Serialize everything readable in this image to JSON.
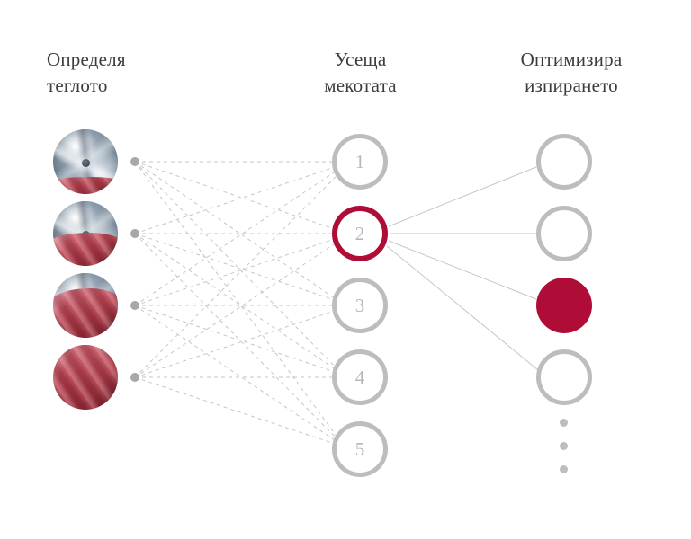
{
  "diagram": {
    "type": "neural-network",
    "background_color": "#ffffff",
    "accent_color": "#b00c38",
    "muted_color": "#bdbdbd",
    "columns": [
      {
        "id": "input",
        "title": "Определя\nтеглото",
        "title_line1": "Определя",
        "title_line2": "теглото"
      },
      {
        "id": "hidden",
        "title": "Усеща\nмекотата",
        "title_line1": "Усеща",
        "title_line2": "мекотата"
      },
      {
        "id": "output",
        "title": "Оптимизира\nизпирането",
        "title_line1": "Оптимизира",
        "title_line2": "изпирането"
      }
    ],
    "input_nodes": [
      {
        "id": "in-1",
        "icon": "washing-machine-drum-with-small-red-laundry-icon",
        "cloth_level": 1
      },
      {
        "id": "in-2",
        "icon": "washing-machine-drum-with-half-red-laundry-icon",
        "cloth_level": 2
      },
      {
        "id": "in-3",
        "icon": "washing-machine-drum-with-mostly-red-laundry-icon",
        "cloth_level": 3
      },
      {
        "id": "in-4",
        "icon": "red-laundry-fabric-icon",
        "cloth_level": 4
      }
    ],
    "hidden_nodes": [
      {
        "id": "h-1",
        "label": "1",
        "state": "inactive"
      },
      {
        "id": "h-2",
        "label": "2",
        "state": "active"
      },
      {
        "id": "h-3",
        "label": "3",
        "state": "inactive"
      },
      {
        "id": "h-4",
        "label": "4",
        "state": "inactive"
      },
      {
        "id": "h-5",
        "label": "5",
        "state": "inactive"
      }
    ],
    "output_nodes": [
      {
        "id": "o-1",
        "label": "",
        "state": "empty"
      },
      {
        "id": "o-2",
        "label": "",
        "state": "empty"
      },
      {
        "id": "o-3",
        "label": "",
        "state": "filled"
      },
      {
        "id": "o-4",
        "label": "",
        "state": "empty"
      }
    ],
    "overflow_indicator": {
      "id": "more-outputs",
      "dots": 3
    }
  }
}
